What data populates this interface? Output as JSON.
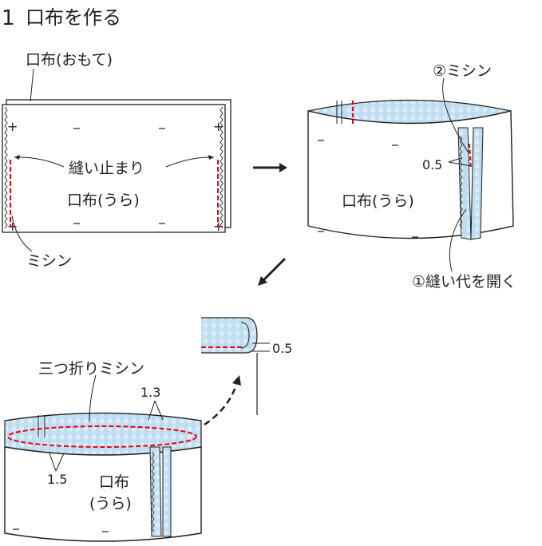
{
  "colors": {
    "ink": "#231f20",
    "stitch": "#e60012",
    "lining": "#cfe6f4",
    "lining_check": "#a9d2ec",
    "paper": "#ffffff"
  },
  "step": {
    "number": "1",
    "title": "口布を作る"
  },
  "panel1": {
    "label_front": "口布(おもて)",
    "label_stop": "縫い止まり",
    "label_back": "口布(うら)",
    "label_sewing": "ミシン"
  },
  "panel2": {
    "label_sewing": "②ミシン",
    "measure": "0.5",
    "label_back": "口布(うら)",
    "label_open": "①縫い代を開く"
  },
  "panel3": {
    "label_triple": "三つ折りミシン",
    "measure_top": "1.3",
    "measure_side": "1.5",
    "label_back_line1": "口布",
    "label_back_line2": "(うら)"
  },
  "detail": {
    "measure": "0.5"
  },
  "icons": [
    "arrow-right-icon",
    "arrow-down-left-icon",
    "dashed-curved-arrow-icon"
  ]
}
